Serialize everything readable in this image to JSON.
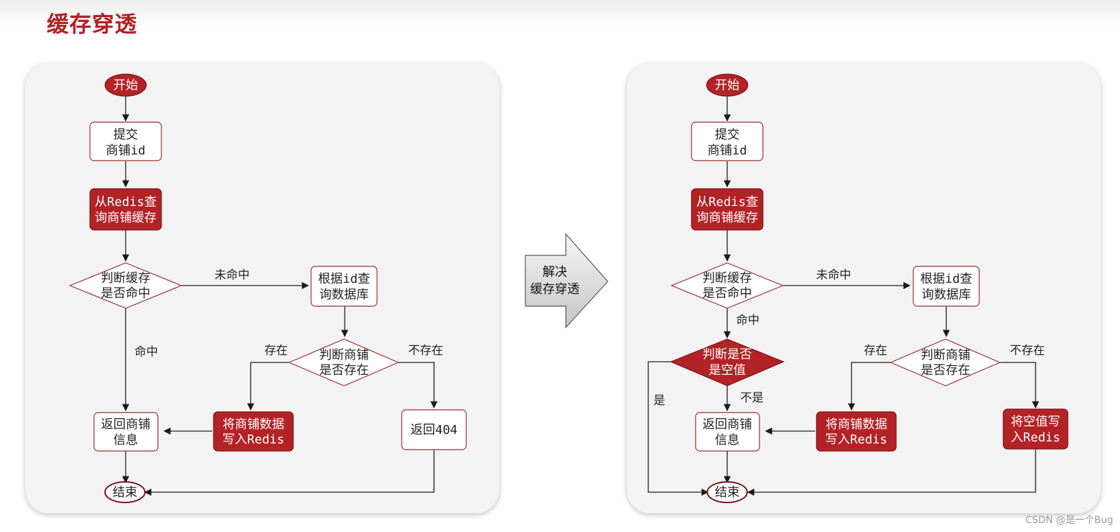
{
  "page": {
    "title": "缓存穿透",
    "watermark": "CSDN @是一个Bug"
  },
  "colors": {
    "accent": "#b51f24",
    "node_dark": "#b32226",
    "node_border": "#9e2a2a",
    "panel_bg": "#f3f3f3"
  },
  "transition_arrow": {
    "line1": "解决",
    "line2": "缓存穿透"
  },
  "left_flow": {
    "start": "开始",
    "submit": [
      "提交",
      "商铺id"
    ],
    "query_redis": [
      "从Redis查",
      "询商铺缓存"
    ],
    "check_cache": [
      "判断缓存",
      "是否命中"
    ],
    "miss_label": "未命中",
    "query_db": [
      "根据id查",
      "询数据库"
    ],
    "hit_label": "命中",
    "check_shop": [
      "判断商铺",
      "是否存在"
    ],
    "exists_label": "存在",
    "not_exists_label": "不存在",
    "write_redis": [
      "将商铺数据",
      "写入Redis"
    ],
    "return_info": [
      "返回商铺",
      "信息"
    ],
    "return_404": "返回404",
    "end": "结束"
  },
  "right_flow": {
    "start": "开始",
    "submit": [
      "提交",
      "商铺id"
    ],
    "query_redis": [
      "从Redis查",
      "询商铺缓存"
    ],
    "check_cache": [
      "判断缓存",
      "是否命中"
    ],
    "miss_label": "未命中",
    "query_db": [
      "根据id查",
      "询数据库"
    ],
    "hit_label": "命中",
    "check_null": [
      "判断是否",
      "是空值"
    ],
    "yes_label": "是",
    "no_label": "不是",
    "check_shop": [
      "判断商铺",
      "是否存在"
    ],
    "exists_label": "存在",
    "not_exists_label": "不存在",
    "write_redis": [
      "将商铺数据",
      "写入Redis"
    ],
    "write_null": [
      "将空值写",
      "入Redis"
    ],
    "return_info": [
      "返回商铺",
      "信息"
    ],
    "end": "结束"
  }
}
